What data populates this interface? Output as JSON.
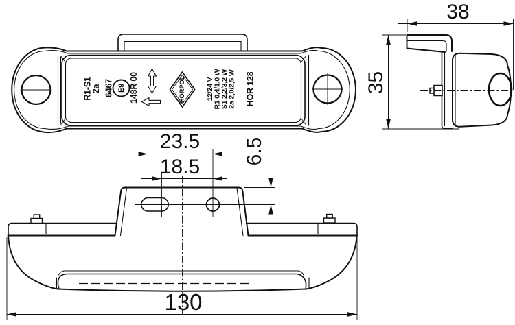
{
  "drawing": {
    "product": "HOR 128",
    "type": "technical-drawing"
  },
  "dims": {
    "side_width": "38",
    "side_height": "35",
    "hole_spacing_max": "23.5",
    "hole_spacing_min": "18.5",
    "hole_offset": "6.5",
    "overall_length": "130"
  },
  "label": {
    "category_line1": "R1-S1",
    "category_line2": "2a",
    "approval_number": "6467",
    "e_mark": "E9",
    "regulation": "148R 00",
    "brand": "HORPOL",
    "rating_voltage": "12/24 V",
    "rating_r1": "R1 0,4/1,0 W",
    "rating_s1": "S1 2,2/3,2 W",
    "rating_2a": "2a 2,0/2,5 W",
    "model": "HOR 128"
  },
  "colors": {
    "line": "#111111",
    "background": "#ffffff"
  }
}
